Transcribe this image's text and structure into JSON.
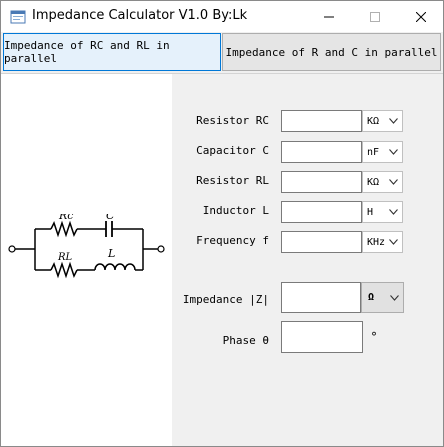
{
  "window": {
    "title": "Impedance Calculator V1.0 By:Lk",
    "controls": [
      "minimize-icon",
      "maximize-icon",
      "close-icon"
    ]
  },
  "tabs": [
    {
      "label": "Impedance of RC and RL in parallel",
      "active": true
    },
    {
      "label": "Impedance of R and C in parallel",
      "active": false
    }
  ],
  "circuit": {
    "labels": {
      "rc": "Rc",
      "c": "C",
      "rl": "RL",
      "l": "L"
    }
  },
  "inputs": {
    "resistor_rc": {
      "label": "Resistor RC",
      "value": "",
      "unit": "KΩ"
    },
    "capacitor_c": {
      "label": "Capacitor C",
      "value": "",
      "unit": "nF"
    },
    "resistor_rl": {
      "label": "Resistor RL",
      "value": "",
      "unit": "KΩ"
    },
    "inductor_l": {
      "label": "Inductor L",
      "value": "",
      "unit": "H"
    },
    "frequency_f": {
      "label": "Frequency f",
      "value": "",
      "unit": "KHz"
    }
  },
  "outputs": {
    "impedance": {
      "label": "Impedance |Z|",
      "value": "",
      "unit": "Ω"
    },
    "phase": {
      "label": "Phase θ",
      "value": "",
      "unit": "°"
    }
  },
  "colors": {
    "active_tab_border": "#0078d7",
    "active_tab_bg": "#e5f1fb"
  }
}
